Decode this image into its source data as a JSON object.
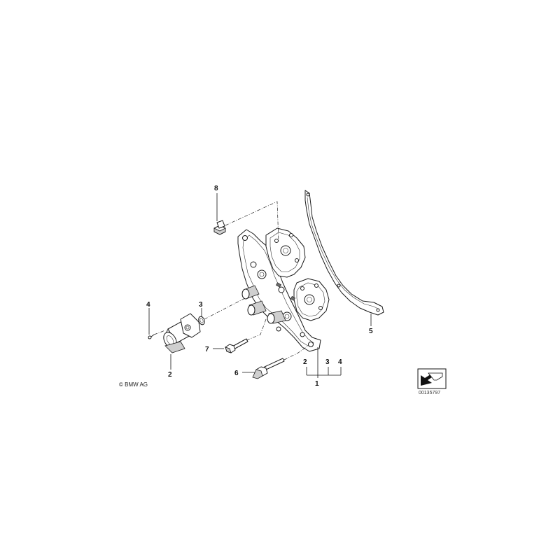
{
  "copyright": "© BMW AG",
  "diagram_id": "00135797",
  "callouts": {
    "c1": "1",
    "c2_group": "2",
    "c3_group": "3",
    "c4_group": "4",
    "c2_part": "2",
    "c3_part": "3",
    "c4_part": "4",
    "c5": "5",
    "c6": "6",
    "c7": "7",
    "c8": "8"
  },
  "icons": {
    "orientation": "direction-arrow-icon"
  }
}
